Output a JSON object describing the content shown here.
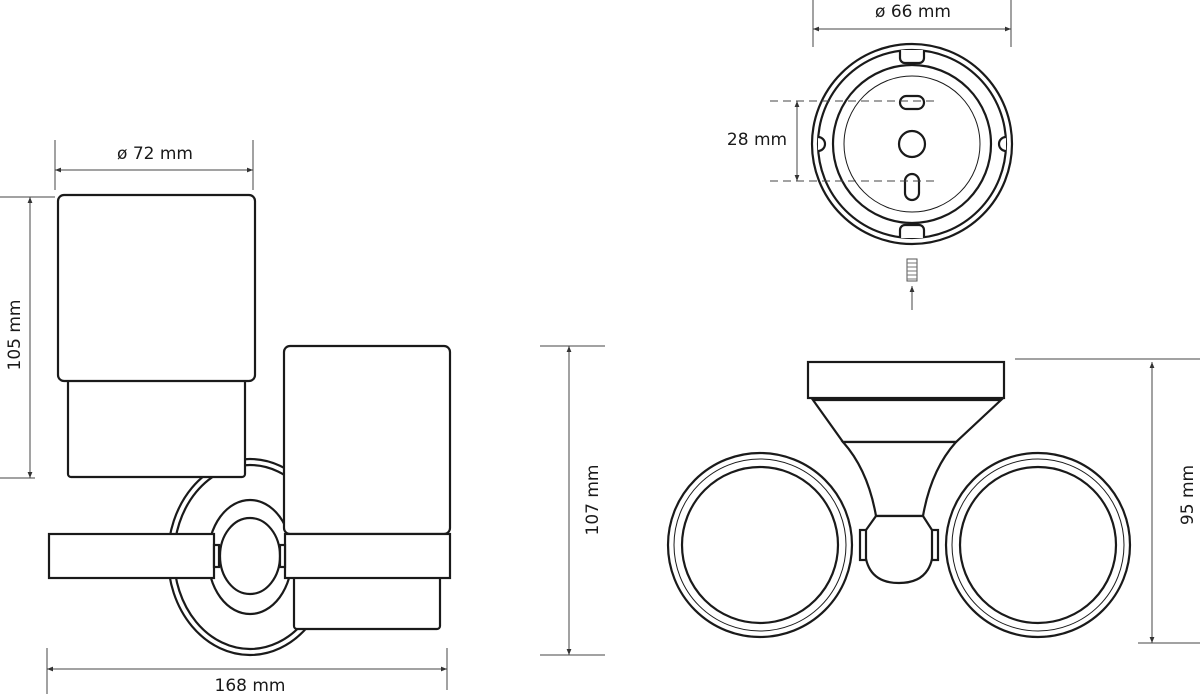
{
  "dimensions": {
    "cup_diameter": "ø 72 mm",
    "cup_height": "105 mm",
    "total_height_front": "107 mm",
    "total_width": "168 mm",
    "base_diameter": "ø 66 mm",
    "hole_spacing": "28 mm",
    "depth": "95 mm"
  }
}
